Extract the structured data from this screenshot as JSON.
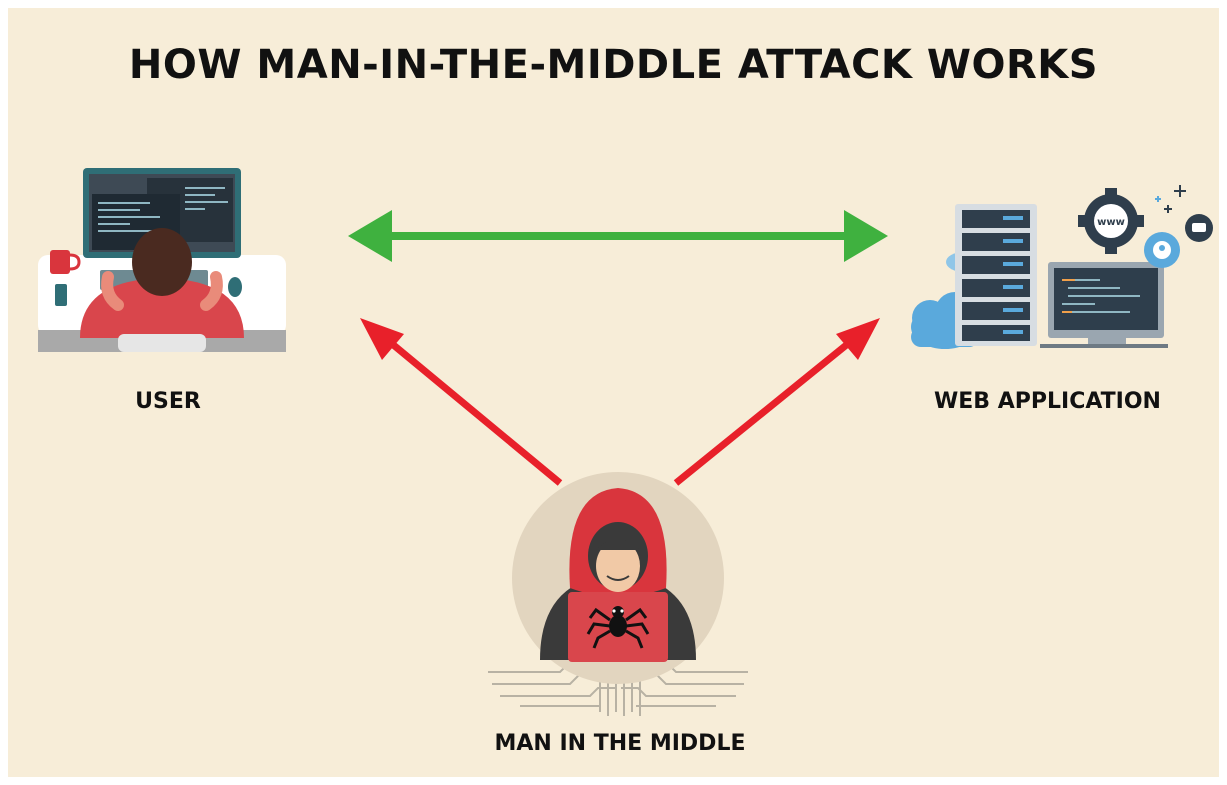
{
  "title": "HOW MAN-IN-THE-MIDDLE ATTACK WORKS",
  "nodes": {
    "user": {
      "label": "USER"
    },
    "web_application": {
      "label": "WEB APPLICATION"
    },
    "man_in_the_middle": {
      "label": "MAN IN THE MIDDLE"
    }
  },
  "web_icon_text": "www",
  "connections": [
    {
      "from": "user",
      "to": "web_application",
      "style": "double-headed",
      "color": "#3fb13f"
    },
    {
      "from": "man_in_the_middle",
      "to": "user",
      "style": "single-headed",
      "color": "#e8202a"
    },
    {
      "from": "man_in_the_middle",
      "to": "web_application",
      "style": "single-headed",
      "color": "#e8202a"
    }
  ],
  "colors": {
    "background": "#f7edd8",
    "safe_link": "#3fb13f",
    "attack_link": "#e8202a",
    "hoodie": "#d9353d",
    "screen": "#2e3e4c"
  }
}
